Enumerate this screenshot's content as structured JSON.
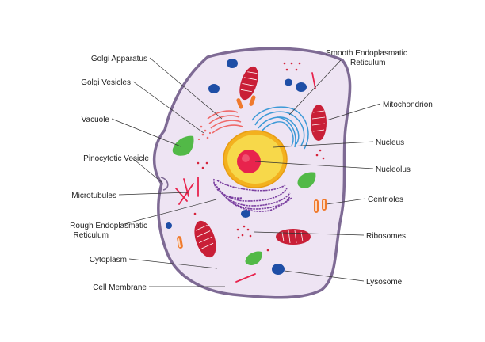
{
  "labels": {
    "golgi_apparatus": "Golgi Apparatus",
    "golgi_vesicles": "Golgi Vesicles",
    "vacuole": "Vacuole",
    "pinocytotic_vesicle": "Pinocytotic Vesicle",
    "microtubules": "Microtubules",
    "rough_er_line1": "Rough Endoplasmatic",
    "rough_er_line2": "Reticulum",
    "cytoplasm": "Cytoplasm",
    "cell_membrane": "Cell Membrane",
    "smooth_er_line1": "Smooth Endoplasmatic",
    "smooth_er_line2": "Reticulum",
    "mitochondrion": "Mitochondrion",
    "nucleus": "Nucleus",
    "nucleolus": "Nucleolus",
    "centrioles": "Centrioles",
    "ribosomes": "Ribosomes",
    "lysosome": "Lysosome"
  },
  "colors": {
    "cytoplasm": "#eee4f3",
    "membrane": "#7e6a94",
    "nucleus_outer": "#f3b11f",
    "nucleus_inner": "#f7d84a",
    "nucleolus": "#e8234d",
    "mitochondrion": "#c91f37",
    "vesicle_blue": "#1e4ea6",
    "vacuole_green": "#52b947",
    "smooth_er": "#3d9ad7",
    "rough_er": "#7a3fa0",
    "golgi": "#ef6a6a",
    "centriole": "#f07a2c",
    "ribosome": "#d6233b",
    "leader_line": "#333333"
  }
}
